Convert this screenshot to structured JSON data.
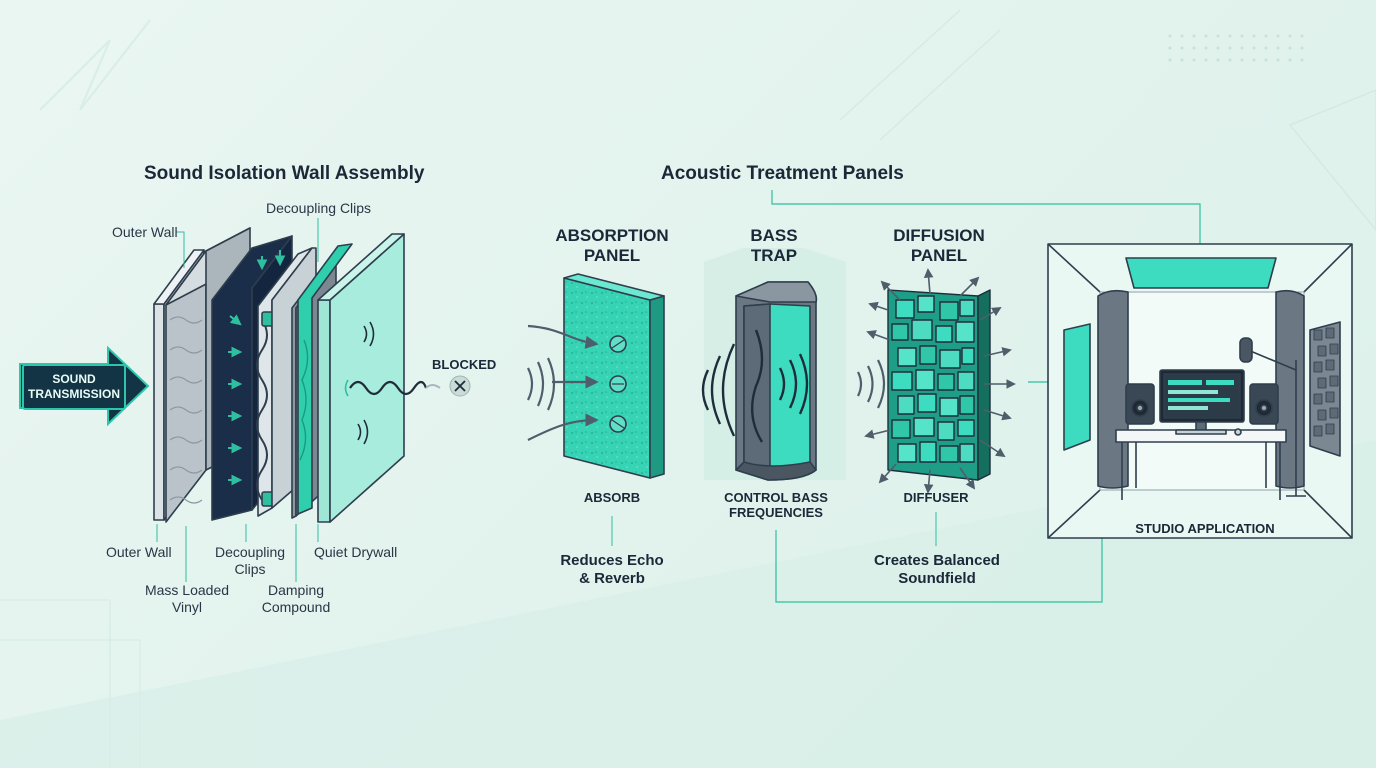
{
  "colors": {
    "background": "#e3f3ee",
    "navy": "#123445",
    "teal": "#3ddbbf",
    "teal_dark": "#1e9e86",
    "gray": "#5d6b78",
    "line": "#2f3e4d"
  },
  "isolation": {
    "title": "Sound Isolation Wall Assembly",
    "source_label": "SOUND TRANSMISSION",
    "blocked_label": "BLOCKED",
    "layer_labels": {
      "outer_wall_top": "Outer Wall",
      "decoupling_clips_top": "Decoupling Clips",
      "outer_wall": "Outer Wall",
      "mass_loaded_vinyl": "Mass Loaded Vinyl",
      "decoupling_clips": "Decoupling Clips",
      "damping_compound": "Damping Compound",
      "quiet_drywall": "Quiet Drywall"
    }
  },
  "treatment": {
    "title": "Acoustic Treatment Panels",
    "panels": [
      {
        "title": "ABSORPTION PANEL",
        "caption": "ABSORB",
        "benefit": "Reduces Echo & Reverb"
      },
      {
        "title": "BASS TRAP",
        "caption": "CONTROL BASS FREQUENCIES",
        "benefit": ""
      },
      {
        "title": "DIFFUSION PANEL",
        "caption": "DIFFUSER",
        "benefit": "Creates Balanced Soundfield"
      }
    ],
    "studio_label": "STUDIO APPLICATION"
  }
}
